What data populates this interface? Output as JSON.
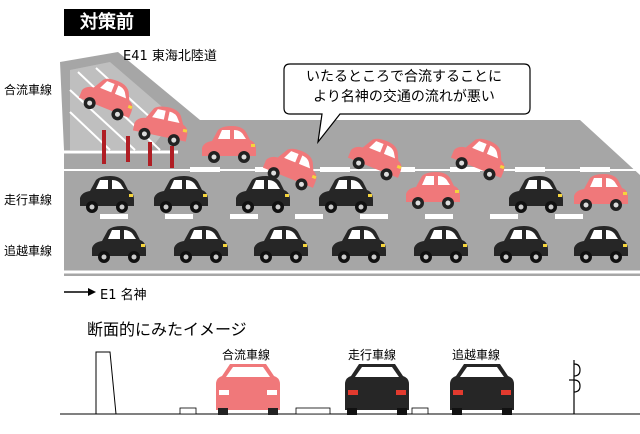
{
  "title": "対策前",
  "road_labels": {
    "merge_road": "E41 東海北陸道",
    "main_road": "E1 名神"
  },
  "lane_labels": {
    "merge": "合流車線",
    "travel": "走行車線",
    "passing": "追越車線"
  },
  "speech_bubble": {
    "line1": "いたるところで合流することに",
    "line2": "より名神の交通の流れが悪い"
  },
  "cross_section": {
    "title": "断面的にみたイメージ",
    "lanes": [
      "合流車線",
      "走行車線",
      "追越車線"
    ]
  },
  "colors": {
    "road": "#a6a6a6",
    "pink_car": "#f0787a",
    "black_car": "#262626",
    "pole": "#b01e24",
    "lane_marking": "#ffffff"
  }
}
